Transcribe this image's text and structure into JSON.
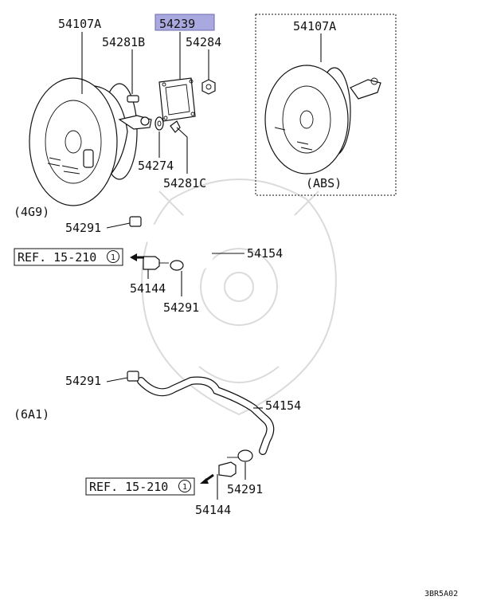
{
  "diagram_code": "3BR5A02",
  "variants": {
    "engine_a": "(4G9)",
    "engine_b": "(6A1)",
    "abs": "(ABS)"
  },
  "parts": {
    "booster": "54107A",
    "booster_abs": "54107A",
    "gasket_highlighted": "54239",
    "pin": "54281B",
    "nut": "54284",
    "washer": "54274",
    "clip": "54281C",
    "clamp_top": "54291",
    "hose_top": "54154",
    "check_valve_top": "54144",
    "clamp_top_lower": "54291",
    "clamp_bottom": "54291",
    "hose_bottom": "54154",
    "check_valve_bottom": "54144",
    "clamp_bottom_lower": "54291"
  },
  "references": {
    "ref_top": "REF. 15-210",
    "ref_bottom": "REF. 15-210",
    "ref_num": "1"
  },
  "colors": {
    "highlight": "#a9a9df",
    "highlight_border": "#6a6ab0"
  }
}
